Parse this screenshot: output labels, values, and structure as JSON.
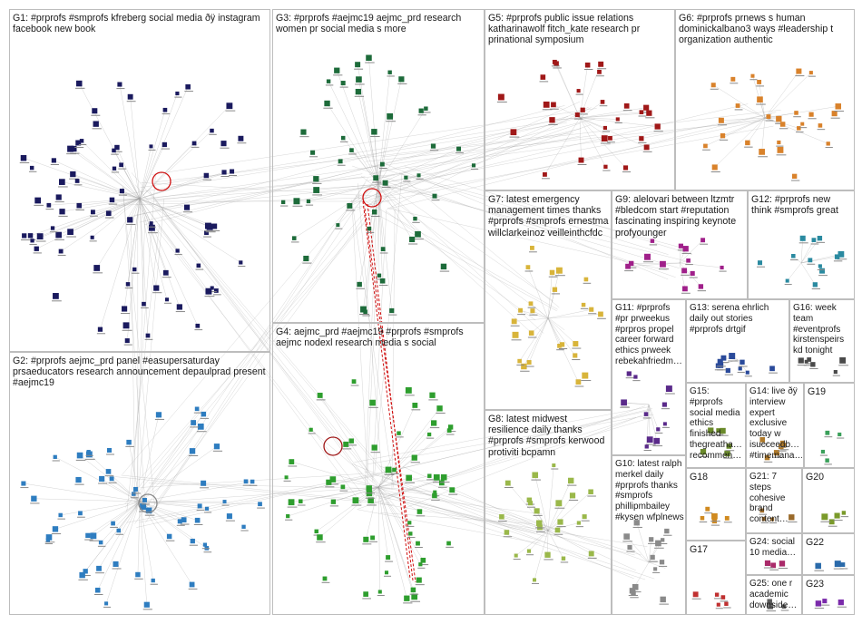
{
  "groups": [
    {
      "id": "G1",
      "label": "G1: #prprofs #smprofs kfreberg social media ðÿ instagram facebook new book",
      "color": "#1a1a5e"
    },
    {
      "id": "G2",
      "label": "G2: #prprofs aejmc_prd panel #easupersaturday prsaeducators research announcement depaulprad present #aejmc19",
      "color": "#2e7dc0"
    },
    {
      "id": "G3",
      "label": "G3: #prprofs #aejmc19 aejmc_prd research women pr social media s more",
      "color": "#1d6b3a"
    },
    {
      "id": "G4",
      "label": "G4: aejmc_prd #aejmc19 #prprofs #smprofs aejmc nodexl research media s social",
      "color": "#2e9e2e"
    },
    {
      "id": "G5",
      "label": "G5: #prprofs public issue relations katharinawolf fitch_kate research pr prinational symposium",
      "color": "#a01818"
    },
    {
      "id": "G6",
      "label": "G6: #prprofs prnews s human dominickalbano3 ways #leadership t organization authentic",
      "color": "#d9822b"
    },
    {
      "id": "G7",
      "label": "G7: latest emergency management times thanks #prprofs #smprofs ernestma willclarkeinoz veilleinthcfdc",
      "color": "#d8b43a"
    },
    {
      "id": "G8",
      "label": "G8: latest midwest resilience daily thanks #prprofs #smprofs kerwood protiviti bcpamn",
      "color": "#9ab84a"
    },
    {
      "id": "G9",
      "label": "G9: alelovari between ltzmtr #bledcom start #reputation fascinating inspiring keynote profyounger",
      "color": "#a0208a"
    },
    {
      "id": "G10",
      "label": "G10: latest ralph merkel daily #prprofs thanks #smprofs phillipmbailey #kysen wfplnews",
      "color": "#8a8a8a"
    },
    {
      "id": "G11",
      "label": "G11: #prprofs #pr prweekus #prpros propel career forward ethics prweek rebekahfriedm…",
      "color": "#5a2a8a"
    },
    {
      "id": "G12",
      "label": "G12: #prprofs new think #smprofs great",
      "color": "#2a8aa0"
    },
    {
      "id": "G13",
      "label": "G13: serena ehrlich daily out stories #prprofs drtgif",
      "color": "#2a4a9a"
    },
    {
      "id": "G14",
      "label": "G14: live ðÿ interview expert exclusive today w isucceedb… #timemana…",
      "color": "#b07a2a"
    },
    {
      "id": "G15",
      "label": "G15: #prprofs social media ethics finished thegreatha… recommen…",
      "color": "#6a8a2a"
    },
    {
      "id": "G16",
      "label": "G16: week team #eventprofs kirstenspeirs kd tonight",
      "color": "#4a4a4a"
    },
    {
      "id": "G17",
      "label": "G17",
      "color": "#c03030"
    },
    {
      "id": "G18",
      "label": "G18",
      "color": "#d08a20"
    },
    {
      "id": "G19",
      "label": "G19",
      "color": "#3aa05a"
    },
    {
      "id": "G20",
      "label": "G20",
      "color": "#7a9a2a"
    },
    {
      "id": "G21",
      "label": "G21: 7 steps cohesive brand content…",
      "color": "#9a6a2a"
    },
    {
      "id": "G22",
      "label": "G22",
      "color": "#2a6aaa"
    },
    {
      "id": "G23",
      "label": "G23",
      "color": "#7a2aaa"
    },
    {
      "id": "G24",
      "label": "G24: social 10 media…",
      "color": "#aa2a6a"
    },
    {
      "id": "G25",
      "label": "G25: one r academic downside…",
      "color": "#5a5a5a"
    }
  ],
  "colors": {
    "edge": "#9a9a9a",
    "edge_highlight": "#d01010",
    "box_border": "#bdbdbd"
  }
}
